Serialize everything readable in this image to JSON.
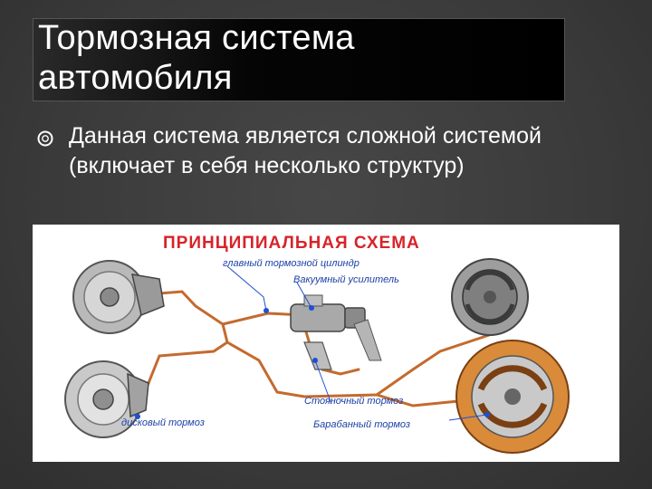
{
  "slide": {
    "title": "Тормозная система\nавтомобиля",
    "bullet": "Данная система является сложной системой (включает в себя несколько структур)"
  },
  "diagram": {
    "heading": "ПРИНЦИПИАЛЬНАЯ СХЕМА",
    "labels": {
      "master_cylinder": "главный тормозной цилиндр",
      "vacuum_booster": "Вакуумный усилитель",
      "parking_brake": "Стояночный тормоз",
      "disc_brake": "дисковый тормоз",
      "drum_brake": "Барабанный тормоз"
    }
  },
  "colors": {
    "heading": "#d8232a",
    "label_text": "#1a3fa6",
    "pipe": "#c46a2e",
    "pointer_dot": "#1d4fd6"
  },
  "icons": [
    "bullet-ring-icon"
  ]
}
